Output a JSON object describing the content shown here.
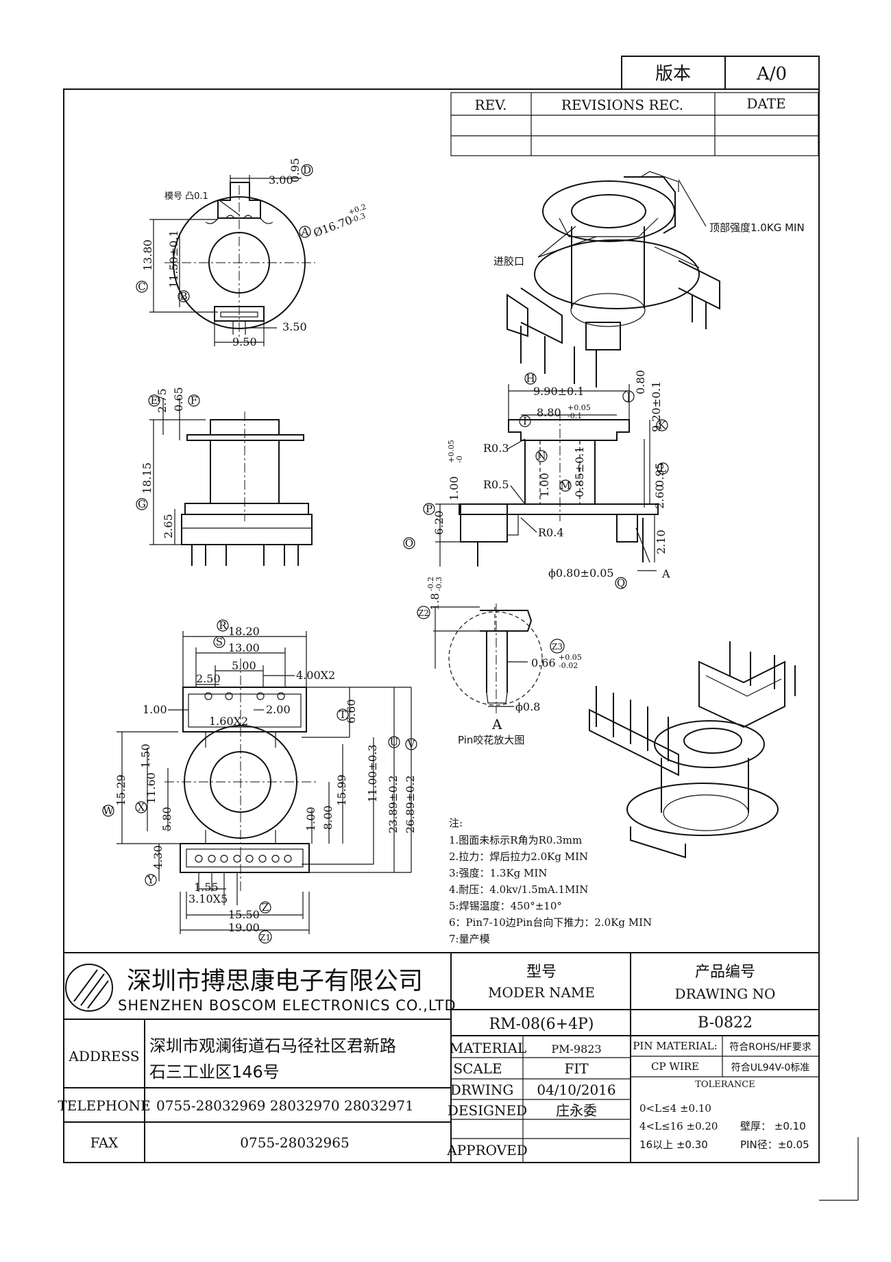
{
  "version_box": {
    "label": "版本",
    "value": "A/0"
  },
  "rev_table": {
    "col_rev": "REV.",
    "col_rec": "REVISIONS REC.",
    "col_date": "DATE"
  },
  "top_view": {
    "d_300": "3.00",
    "d_095": "0.95",
    "mark_D": "D",
    "label_mold": "模号 凸0.1",
    "dia": "Ø16.70",
    "dia_tol_up": "+0.2",
    "dia_tol_dn": "-0.3",
    "mark_A": "A",
    "d_1380": "13.80",
    "mark_C": "C",
    "d_1150": "11.50±0.1",
    "mark_B": "B",
    "d_350": "3.50",
    "d_950": "9.50"
  },
  "iso_top": {
    "label_top": "顶部强度1.0KG MIN",
    "label_gate": "进胶口"
  },
  "front_view": {
    "d_275": "2.75",
    "mark_E": "E",
    "d_065": "0.65",
    "mark_F": "F",
    "d_1815": "18.15",
    "mark_G": "G",
    "d_265": "2.65"
  },
  "section_view": {
    "mark_H": "H",
    "d_990": "9.90±0.1",
    "mark_J": "J",
    "d_080": "0.80",
    "mark_I": "I",
    "d_880": "8.80",
    "tol_880_up": "+0.05",
    "tol_880_dn": "-0.1",
    "d_920": "9.20±0.1",
    "mark_K": "K",
    "r03": "R0.3",
    "d_100a": "1.00",
    "tol_100_up": "+0.05",
    "tol_100_dn": "-0",
    "mark_N": "N",
    "d_100b": "1.00",
    "d_085": "0.85±0.1",
    "mark_M": "M",
    "d_095": "0.95",
    "mark_L": "L",
    "d_260": "2.60",
    "r05": "R0.5",
    "r04": "R0.4",
    "mark_P": "P",
    "d_620": "6.20",
    "mark_O": "O",
    "d_210": "2.10",
    "pin_dia": "ϕ0.80±0.05",
    "mark_Q": "Q",
    "mark_A2": "A"
  },
  "pin_detail": {
    "mark_Z2": "Z2",
    "d_18": "1.8",
    "tol_18_up": "-0.2",
    "tol_18_dn": "-0.3",
    "mark_Z3": "Z3",
    "d_066": "0.66",
    "tol_066_up": "+0.05",
    "tol_066_dn": "-0.02",
    "d_08": "ϕ0.8",
    "letter": "A",
    "caption": "Pin咬花放大图"
  },
  "bottom_view": {
    "mark_R": "R",
    "d_1820": "18.20",
    "mark_S": "S",
    "d_1300": "13.00",
    "d_500": "5.00",
    "d_400x2": "4.00X2",
    "d_250": "2.50",
    "d_100": "1.00",
    "d_200": "2.00",
    "d_160x2": "1.60X2",
    "mark_T": "T",
    "d_660": "6.60",
    "mark_U": "U",
    "d_1100": "11.00±0.3",
    "mark_V": "V",
    "d_2389": "23.89±0.2",
    "d_2689": "26.89±0.2",
    "mark_W": "W",
    "d_1529": "15.29",
    "d_150": "1.50",
    "mark_X": "X",
    "d_1160": "11.60",
    "d_580": "5.80",
    "d_1599": "15.99",
    "d_100b": "1.00",
    "d_800": "8.00",
    "d_430": "4.30",
    "mark_Y": "Y",
    "d_155": "1.55",
    "d_310x5": "3.10X5",
    "d_1550": "15.50",
    "mark_Z": "Z",
    "d_1900": "19.00",
    "mark_Z1": "Z1"
  },
  "notes": {
    "title": "注:",
    "items": [
      "1.图面未标示R角为R0.3mm",
      "2.拉力：焊后拉力2.0Kg MIN",
      "3:强度：1.3Kg MIN",
      "4.耐压：4.0kv/1.5mA.1MIN",
      "5:焊锡温度：450°±10°",
      "6：Pin7-10边Pin台向下推力：2.0Kg MIN",
      "7:量产模"
    ]
  },
  "title_block": {
    "company_cn": "深圳市搏思康电子有限公司",
    "company_en": "SHENZHEN BOSCOM ELECTRONICS CO.,LTD",
    "address_label": "ADDRESS",
    "address_line1": "深圳市观澜街道石马径社区君新路",
    "address_line2": "石三工业区146号",
    "telephone_label": "TELEPHONE",
    "telephone": "0755-28032969 28032970 28032971",
    "fax_label": "FAX",
    "fax": "0755-28032965",
    "model_cn": "型号",
    "model_en": "MODER NAME",
    "model_value": "RM-08(6+4P)",
    "drawing_cn": "产品编号",
    "drawing_en": "DRAWING NO",
    "drawing_value": "B-0822",
    "material_label": "MATERIAL",
    "material_value": "PM-9823",
    "scale_label": "SCALE",
    "scale_value": "FIT",
    "drwing_label": "DRWING",
    "drwing_value": "04/10/2016",
    "designed_label": "DESIGNED",
    "designed_value": "庄永委",
    "approved_label": "APPROVED",
    "pin_material_label": "PIN MATERIAL:",
    "pin_material_value": "CP WIRE",
    "rohs": "符合ROHS/HF要求",
    "ul": "符合UL94V-0标准",
    "tolerance_title": "TOLERANCE",
    "tol1": "0<L≤4  ±0.10",
    "tol2": "4<L≤16  ±0.20",
    "tol2b": "壁厚：  ±0.10",
    "tol3": "16以上    ±0.30",
    "tol3b": "PIN径：±0.05"
  }
}
